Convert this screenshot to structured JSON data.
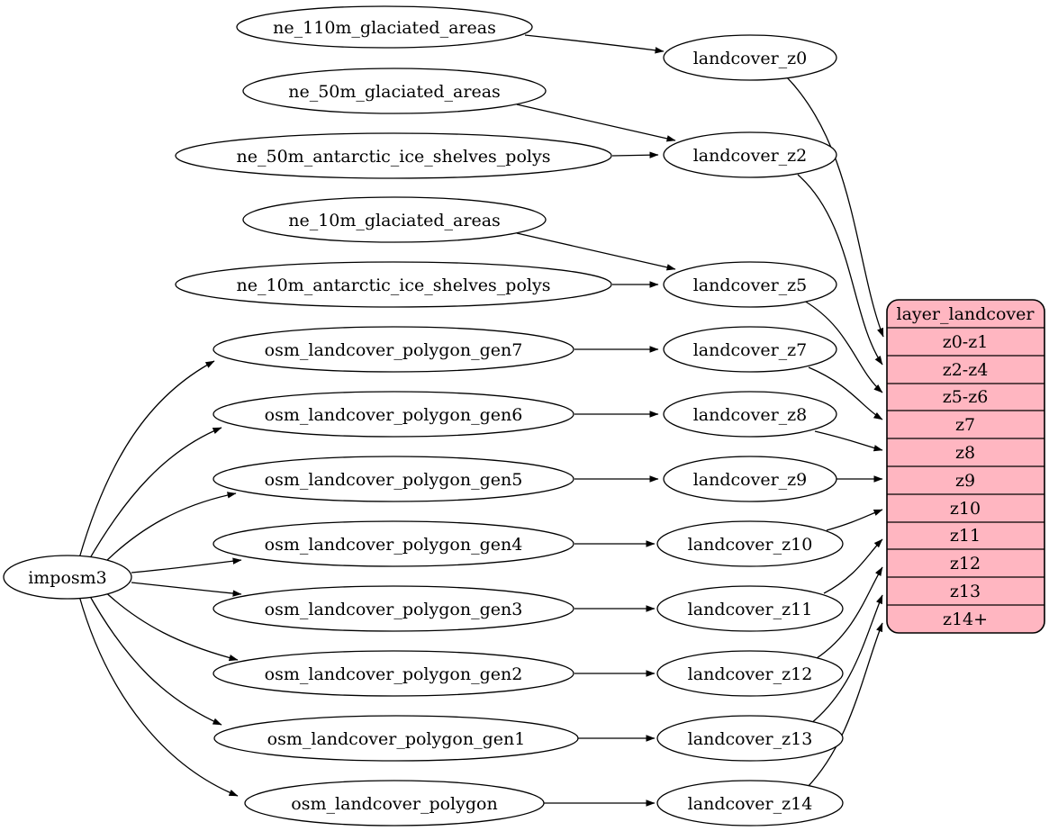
{
  "diagram": {
    "kind": "etl-graph",
    "background": "#ffffff"
  },
  "colors": {
    "record_fill": "#ffb6c1",
    "node_fill": "#ffffff",
    "stroke": "#000000"
  },
  "importer": {
    "label": "imposm3"
  },
  "sources": [
    {
      "label": "ne_110m_glaciated_areas"
    },
    {
      "label": "ne_50m_glaciated_areas"
    },
    {
      "label": "ne_50m_antarctic_ice_shelves_polys"
    },
    {
      "label": "ne_10m_glaciated_areas"
    },
    {
      "label": "ne_10m_antarctic_ice_shelves_polys"
    },
    {
      "label": "osm_landcover_polygon_gen7"
    },
    {
      "label": "osm_landcover_polygon_gen6"
    },
    {
      "label": "osm_landcover_polygon_gen5"
    },
    {
      "label": "osm_landcover_polygon_gen4"
    },
    {
      "label": "osm_landcover_polygon_gen3"
    },
    {
      "label": "osm_landcover_polygon_gen2"
    },
    {
      "label": "osm_landcover_polygon_gen1"
    },
    {
      "label": "osm_landcover_polygon"
    }
  ],
  "views": [
    {
      "label": "landcover_z0"
    },
    {
      "label": "landcover_z2"
    },
    {
      "label": "landcover_z5"
    },
    {
      "label": "landcover_z7"
    },
    {
      "label": "landcover_z8"
    },
    {
      "label": "landcover_z9"
    },
    {
      "label": "landcover_z10"
    },
    {
      "label": "landcover_z11"
    },
    {
      "label": "landcover_z12"
    },
    {
      "label": "landcover_z13"
    },
    {
      "label": "landcover_z14"
    }
  ],
  "layer": {
    "title": "layer_landcover",
    "rows": [
      {
        "label": "z0-z1"
      },
      {
        "label": "z2-z4"
      },
      {
        "label": "z5-z6"
      },
      {
        "label": "z7"
      },
      {
        "label": "z8"
      },
      {
        "label": "z9"
      },
      {
        "label": "z10"
      },
      {
        "label": "z11"
      },
      {
        "label": "z12"
      },
      {
        "label": "z13"
      },
      {
        "label": "z14+"
      }
    ]
  },
  "edges": [
    {
      "from": "imposm3",
      "to": "osm_landcover_polygon_gen7"
    },
    {
      "from": "imposm3",
      "to": "osm_landcover_polygon_gen6"
    },
    {
      "from": "imposm3",
      "to": "osm_landcover_polygon_gen5"
    },
    {
      "from": "imposm3",
      "to": "osm_landcover_polygon_gen4"
    },
    {
      "from": "imposm3",
      "to": "osm_landcover_polygon_gen3"
    },
    {
      "from": "imposm3",
      "to": "osm_landcover_polygon_gen2"
    },
    {
      "from": "imposm3",
      "to": "osm_landcover_polygon_gen1"
    },
    {
      "from": "imposm3",
      "to": "osm_landcover_polygon"
    },
    {
      "from": "ne_110m_glaciated_areas",
      "to": "landcover_z0"
    },
    {
      "from": "ne_50m_glaciated_areas",
      "to": "landcover_z2"
    },
    {
      "from": "ne_50m_antarctic_ice_shelves_polys",
      "to": "landcover_z2"
    },
    {
      "from": "ne_10m_glaciated_areas",
      "to": "landcover_z5"
    },
    {
      "from": "ne_10m_antarctic_ice_shelves_polys",
      "to": "landcover_z5"
    },
    {
      "from": "osm_landcover_polygon_gen7",
      "to": "landcover_z7"
    },
    {
      "from": "osm_landcover_polygon_gen6",
      "to": "landcover_z8"
    },
    {
      "from": "osm_landcover_polygon_gen5",
      "to": "landcover_z9"
    },
    {
      "from": "osm_landcover_polygon_gen4",
      "to": "landcover_z10"
    },
    {
      "from": "osm_landcover_polygon_gen3",
      "to": "landcover_z11"
    },
    {
      "from": "osm_landcover_polygon_gen2",
      "to": "landcover_z12"
    },
    {
      "from": "osm_landcover_polygon_gen1",
      "to": "landcover_z13"
    },
    {
      "from": "osm_landcover_polygon",
      "to": "landcover_z14"
    },
    {
      "from": "landcover_z0",
      "to": "layer_landcover:z0-z1"
    },
    {
      "from": "landcover_z2",
      "to": "layer_landcover:z2-z4"
    },
    {
      "from": "landcover_z5",
      "to": "layer_landcover:z5-z6"
    },
    {
      "from": "landcover_z7",
      "to": "layer_landcover:z7"
    },
    {
      "from": "landcover_z8",
      "to": "layer_landcover:z8"
    },
    {
      "from": "landcover_z9",
      "to": "layer_landcover:z9"
    },
    {
      "from": "landcover_z10",
      "to": "layer_landcover:z10"
    },
    {
      "from": "landcover_z11",
      "to": "layer_landcover:z11"
    },
    {
      "from": "landcover_z12",
      "to": "layer_landcover:z12"
    },
    {
      "from": "landcover_z13",
      "to": "layer_landcover:z13"
    },
    {
      "from": "landcover_z14",
      "to": "layer_landcover:z14+"
    }
  ]
}
